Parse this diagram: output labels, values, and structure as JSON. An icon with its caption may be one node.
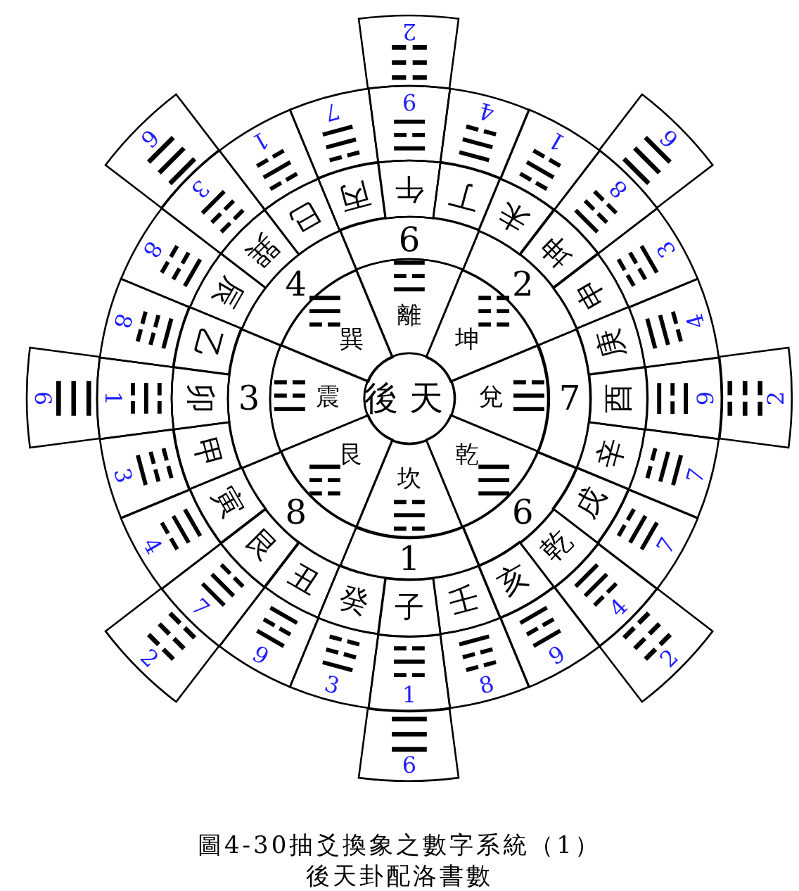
{
  "diagram": {
    "caption": "圖4-30抽爻換象之數字系統（1）",
    "nodes": [
      {
        "text": [
          "後天"
        ]
      },
      {
        "text": [
          "☲",
          "離"
        ]
      },
      {
        "text": [
          "☷",
          "坤"
        ]
      },
      {
        "text": [
          "兌",
          "☱"
        ]
      },
      {
        "text": [
          "乾",
          "☰"
        ]
      },
      {
        "text": [
          "坎",
          "☵"
        ]
      },
      {
        "text": [
          "艮",
          "☶"
        ]
      },
      {
        "text": [
          "☳",
          "震"
        ]
      },
      {
        "text": [
          "☴",
          "巽"
        ]
      },
      {
        "text": [
          "9"
        ]
      },
      {
        "text": [
          "2"
        ]
      },
      {
        "text": [
          "7"
        ]
      },
      {
        "text": [
          "6"
        ]
      },
      {
        "text": [
          "1"
        ]
      },
      {
        "text": [
          "8"
        ]
      },
      {
        "text": [
          "3"
        ]
      },
      {
        "text": [
          "4"
        ]
      },
      {
        "text": [
          "午"
        ]
      },
      {
        "text": [
          "丁"
        ]
      },
      {
        "text": [
          "未"
        ]
      },
      {
        "text": [
          "坤"
        ]
      },
      {
        "text": [
          "申"
        ]
      },
      {
        "text": [
          "庚"
        ]
      },
      {
        "text": [
          "酉"
        ]
      },
      {
        "text": [
          "辛"
        ]
      },
      {
        "text": [
          "戌"
        ]
      },
      {
        "text": [
          "乾"
        ]
      },
      {
        "text": [
          "亥"
        ]
      },
      {
        "text": [
          "壬"
        ]
      },
      {
        "text": [
          "子"
        ]
      },
      {
        "text": [
          "癸"
        ]
      },
      {
        "text": [
          "丑"
        ]
      },
      {
        "text": [
          "艮"
        ]
      },
      {
        "text": [
          "寅"
        ]
      },
      {
        "text": [
          "甲"
        ]
      },
      {
        "text": [
          "卯"
        ]
      },
      {
        "text": [
          "乙"
        ]
      },
      {
        "text": [
          "辰"
        ]
      },
      {
        "text": [
          "巽"
        ]
      },
      {
        "text": [
          "巳"
        ]
      },
      {
        "text": [
          "丙"
        ]
      },
      {
        "text": [
          "☲",
          "9"
        ]
      },
      {
        "text": [
          "☴",
          "4"
        ]
      },
      {
        "text": [
          "☵",
          "1"
        ]
      },
      {
        "text": [
          "☶",
          "8"
        ]
      },
      {
        "text": [
          "☳",
          "3"
        ]
      },
      {
        "text": [
          "☴",
          "4"
        ]
      },
      {
        "text": [
          "☲",
          "9"
        ]
      },
      {
        "text": [
          "☱",
          "7"
        ]
      },
      {
        "text": [
          "☱",
          "7"
        ]
      },
      {
        "text": [
          "☴",
          "4"
        ]
      },
      {
        "text": [
          "☲",
          "9"
        ]
      },
      {
        "text": [
          "☶",
          "8"
        ]
      },
      {
        "text": [
          "☵",
          "1"
        ]
      },
      {
        "text": [
          "☳",
          "3"
        ]
      },
      {
        "text": [
          "☲",
          "9"
        ]
      },
      {
        "text": [
          "☱",
          "7"
        ]
      },
      {
        "text": [
          "☴",
          "4"
        ]
      },
      {
        "text": [
          "☳",
          "3"
        ]
      },
      {
        "text": [
          "☵",
          "1"
        ]
      },
      {
        "text": [
          "☶",
          "8"
        ]
      },
      {
        "text": [
          "☶",
          "8"
        ]
      },
      {
        "text": [
          "☳",
          "3"
        ]
      },
      {
        "text": [
          "☵",
          "1"
        ]
      },
      {
        "text": [
          "☱",
          "7"
        ]
      },
      {
        "text": [
          "☷",
          "2"
        ]
      },
      {
        "text": [
          "☰",
          "6"
        ]
      },
      {
        "text": [
          "☷",
          "2"
        ]
      },
      {
        "text": [
          "☷",
          "2"
        ]
      },
      {
        "text": [
          "☰",
          "6"
        ]
      },
      {
        "text": [
          "☷",
          "2"
        ]
      },
      {
        "text": [
          "☰",
          "6"
        ]
      },
      {
        "text": [
          "☰",
          "6"
        ]
      }
    ],
    "labels": [
      "後天卦配洛書數"
    ]
  }
}
